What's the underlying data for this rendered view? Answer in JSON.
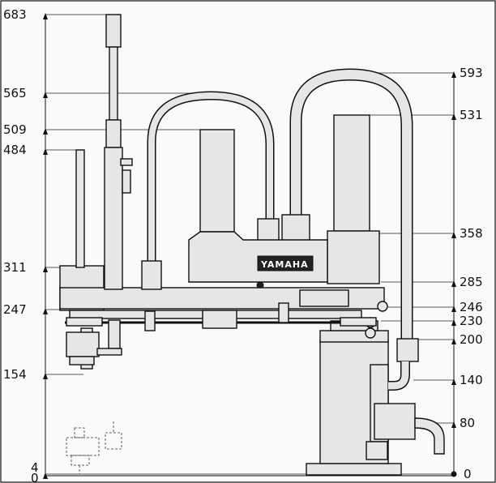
{
  "diagram": {
    "brand_label": "YAMAHA",
    "left_dimensions": [
      "683",
      "565",
      "509",
      "484",
      "311",
      "247",
      "154",
      "4",
      "0"
    ],
    "right_dimensions": [
      "593",
      "531",
      "358",
      "285",
      "246",
      "230",
      "200",
      "140",
      "80",
      "0"
    ]
  },
  "colors": {
    "body": "#e6e6e6",
    "outline": "#111111",
    "background": "#fafafa"
  }
}
